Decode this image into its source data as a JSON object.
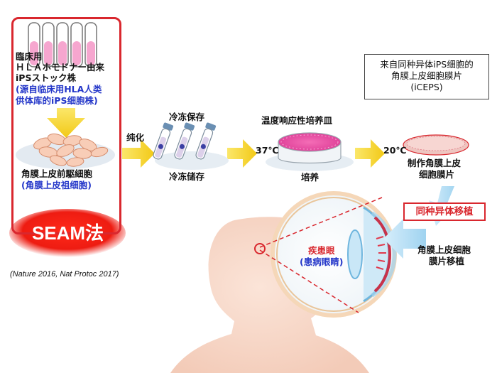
{
  "left_panel": {
    "label_ja_line1": "臨床用",
    "label_ja_line2": "ＨＬＡホモドナー由来",
    "label_ja_line3": "iPSストック株",
    "label_cn_line1": "(源自临床用HLA人类",
    "label_cn_line2": "供体库的iPS细胞株)",
    "progenitor_ja": "角膜上皮前駆細胞",
    "progenitor_cn": "(角膜上皮祖细胞)"
  },
  "seam_label": "SEAM法",
  "citation": "(Nature 2016, Nat Protoc 2017)",
  "step_purify": "纯化",
  "freeze": {
    "label_top": "冷冻保存",
    "label_bottom": "冷冻储存"
  },
  "culture": {
    "dish_label": "温度响应性培养皿",
    "temp_start": "37℃",
    "label_bottom": "培养"
  },
  "sheet": {
    "temp_end": "20℃",
    "label_line1": "制作角膜上皮",
    "label_line2": "细胞膜片"
  },
  "iceps_box": {
    "line1": "来自同种异体iPS细胞的",
    "line2": "角膜上皮细胞膜片",
    "line3": "(iCEPS)"
  },
  "transplant_badge": "同种异体移植",
  "sheet_transplant": {
    "line1": "角膜上皮细胞",
    "line2": "膜片移植"
  },
  "disease": {
    "line1": "疾患眼",
    "line2": "(患病眼睛)"
  },
  "colors": {
    "red": "#d9272e",
    "blue": "#2437c9",
    "arrow_yellow": "#f5d31d",
    "pink": "#e85aa8",
    "skin": "#f7d9cb",
    "light_blue": "#a9d8f0"
  }
}
